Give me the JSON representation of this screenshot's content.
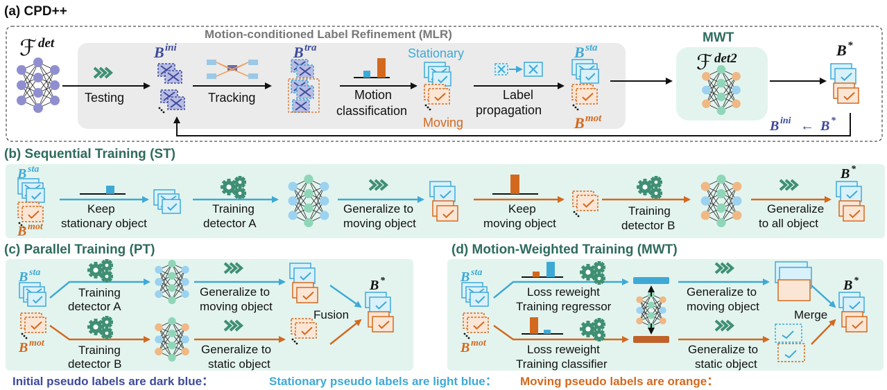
{
  "title_a": "(a) CPD++",
  "mlr_title": "Motion-conditioned Label Refinement (MLR)",
  "mwt_title": "MWT",
  "f_det": "det",
  "f_det2": "det2",
  "b_ini": "ini",
  "b_tra": "tra",
  "b_sta": "sta",
  "b_mot": "mot",
  "b_star": "*",
  "a_labels": {
    "testing": "Testing",
    "tracking": "Tracking",
    "motion": "Motion",
    "classification": "classification",
    "stationary": "Stationary",
    "moving": "Moving",
    "label": "Label",
    "propagation": "propagation",
    "feedback_arrow": "←"
  },
  "b_title": "(b) Sequential Training (ST)",
  "b_labels": {
    "keep": "Keep",
    "stationary_object": "stationary object",
    "training": "Training",
    "detector_a": "detector A",
    "generalize_to": "Generalize to",
    "moving_object": "moving object",
    "detector_b": "detector B",
    "generalize": "Generalize",
    "to_all_object": "to all object"
  },
  "c_title": "(c) Parallel Training (PT)",
  "c_labels": {
    "training": "Training",
    "detector_a": "detector A",
    "detector_b": "detector B",
    "generalize_to": "Generalize to",
    "moving_object": "moving object",
    "static_object": "static object",
    "fusion": "Fusion"
  },
  "d_title": "(d) Motion-Weighted Training (MWT)",
  "d_labels": {
    "loss_reweight": "Loss reweight",
    "training_regressor": "Training regressor",
    "training_classifier": "Training classifier",
    "generalize_to": "Generalize to",
    "moving_object": "moving object",
    "static_object": "static object",
    "merge": "Merge"
  },
  "legend": {
    "initial": "Initial pseudo labels are dark blue：",
    "stationary": "Stationary pseudo labels are light blue：",
    "moving": "Moving pseudo labels are orange："
  },
  "colors": {
    "dark_blue": "#3d4a9c",
    "light_blue": "#3fa9d6",
    "orange": "#d3691e",
    "green": "#3f8f73",
    "panel_teal": "#e3f4ef",
    "panel_gray": "#ebebeb"
  },
  "icons": [
    "neural-network-icon",
    "chevron-arrows-icon",
    "gear-icon",
    "bounding-box-stack-icon",
    "bar-chart-icon",
    "tracking-icon"
  ]
}
